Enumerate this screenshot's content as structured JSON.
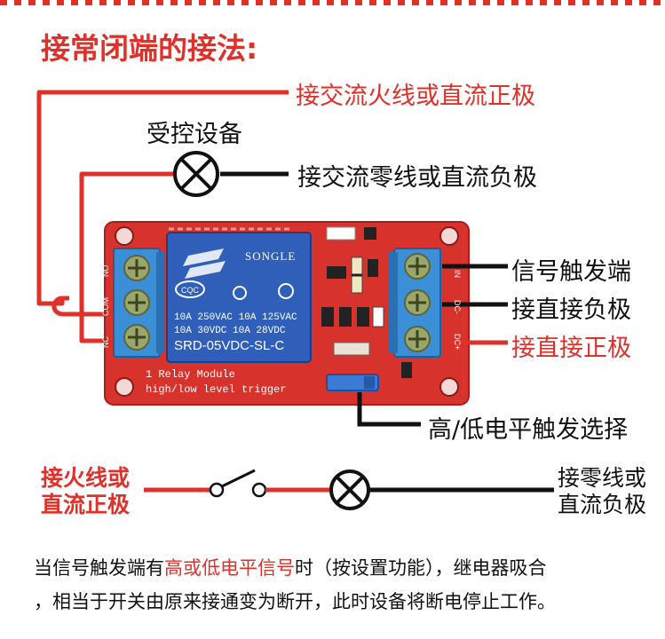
{
  "title": "接常闭端的接法:",
  "labels": {
    "ac_live_dc_pos": "接交流火线或直流正极",
    "controlled_device": "受控设备",
    "ac_neutral_dc_neg": "接交流零线或直流负极",
    "signal_trigger": "信号触发端",
    "connect_neg": "接直接负极",
    "connect_pos": "接直接正极",
    "level_select": "高/低电平触发选择",
    "live_left_l1": "接火线或",
    "live_left_l2": "直流正极",
    "neutral_right_l1": "接零线或",
    "neutral_right_l2": "直流负极"
  },
  "board": {
    "relay_brand": "SONGLE",
    "relay_cqc": "CQC",
    "relay_r1": "10A 250VAC  10A 125VAC",
    "relay_r2": "10A  30VDC  10A  28VDC",
    "relay_model": "SRD-05VDC-SL-C",
    "silk_1": "1 Relay  Module",
    "silk_2": "high/low  level  trigger",
    "pin_in": "IN",
    "pin_dcm": "DC-",
    "pin_dcp": "DC+",
    "pin_no": "NO",
    "pin_com": "COM",
    "pin_nc": "NC"
  },
  "note": {
    "line1_pre": "当信号触发端有",
    "line1_hl": "高或低电平信号",
    "line1_post": "时（按设置功能），继电器吸合",
    "line2": "，相当于开关由原来接通变为断开，此时设备将断电停止工作。"
  },
  "colors": {
    "accent_red": "#e0302a",
    "board_red": "#d8322c",
    "relay_blue": "#2f5fb8",
    "terminal_blue": "#3a8fd6"
  }
}
